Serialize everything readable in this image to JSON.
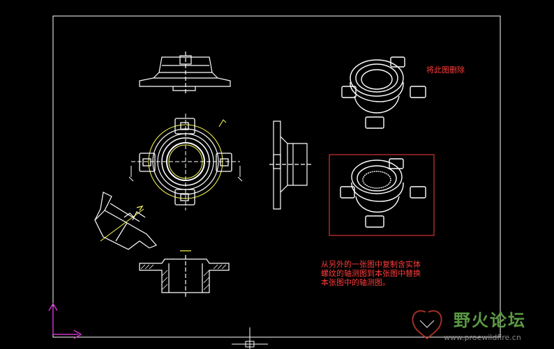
{
  "annotations": {
    "delete_note": "将此图删除",
    "replace_note_lines": [
      "从另外的一张图中复制含实体",
      "螺纹的轴测图到本张图中替换",
      "本张图中的轴测图。"
    ]
  },
  "watermark": {
    "title": "野火论坛",
    "url": "www.proewildfire.cn"
  },
  "colors": {
    "background": "#000000",
    "line": "#ffffff",
    "annotation": "#ff3b3b",
    "highlight": "#ffff55",
    "ucs": "#cc33cc",
    "watermark_title": "#5b9a45",
    "watermark_url": "#8a8a8a"
  }
}
